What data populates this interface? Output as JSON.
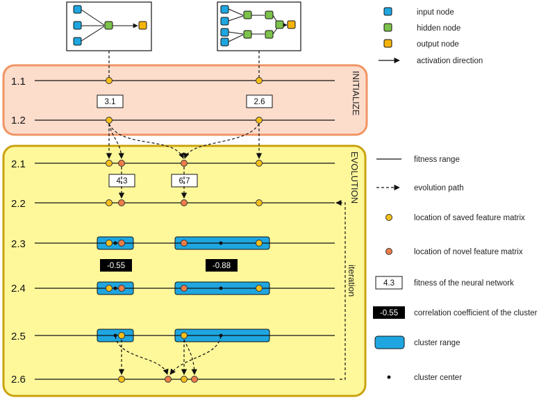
{
  "phases": {
    "initialize": "INITIALIZE",
    "evolution": "EVOLUTION",
    "iteration": "iteration"
  },
  "rows": [
    "1.1",
    "1.2",
    "2.1",
    "2.2",
    "2.3",
    "2.4",
    "2.5",
    "2.6"
  ],
  "fitness_values": [
    "3.1",
    "2.6",
    "4.3",
    "6.7"
  ],
  "correlation_values": [
    "-0.55",
    "-0.88"
  ],
  "legend": {
    "input_node": "input node",
    "hidden_node": "hidden node",
    "output_node": "output node",
    "activation_direction": "activation direction",
    "fitness_range": "fitness range",
    "evolution_path": "evolution path",
    "saved_feature": "location of saved feature matrix",
    "novel_feature": "location of novel feature matrix",
    "fitness_example": "4.3",
    "fitness_nn": "fitness of the neural network",
    "correlation_example": "-0.55",
    "correlation_cluster": "correlation coefficient of the cluster",
    "cluster_range": "cluster range",
    "cluster_center": "cluster center"
  },
  "colors": {
    "input": "#1fa6e0",
    "hidden": "#7dc24b",
    "output": "#f5b40d",
    "saved": "#f6c019",
    "novel": "#ed7d49",
    "cluster": "#1fa6e0",
    "init_bg": "#fcdccb",
    "init_border": "#ef9565",
    "evo_bg": "#fff89b",
    "evo_border": "#c9a20c"
  }
}
